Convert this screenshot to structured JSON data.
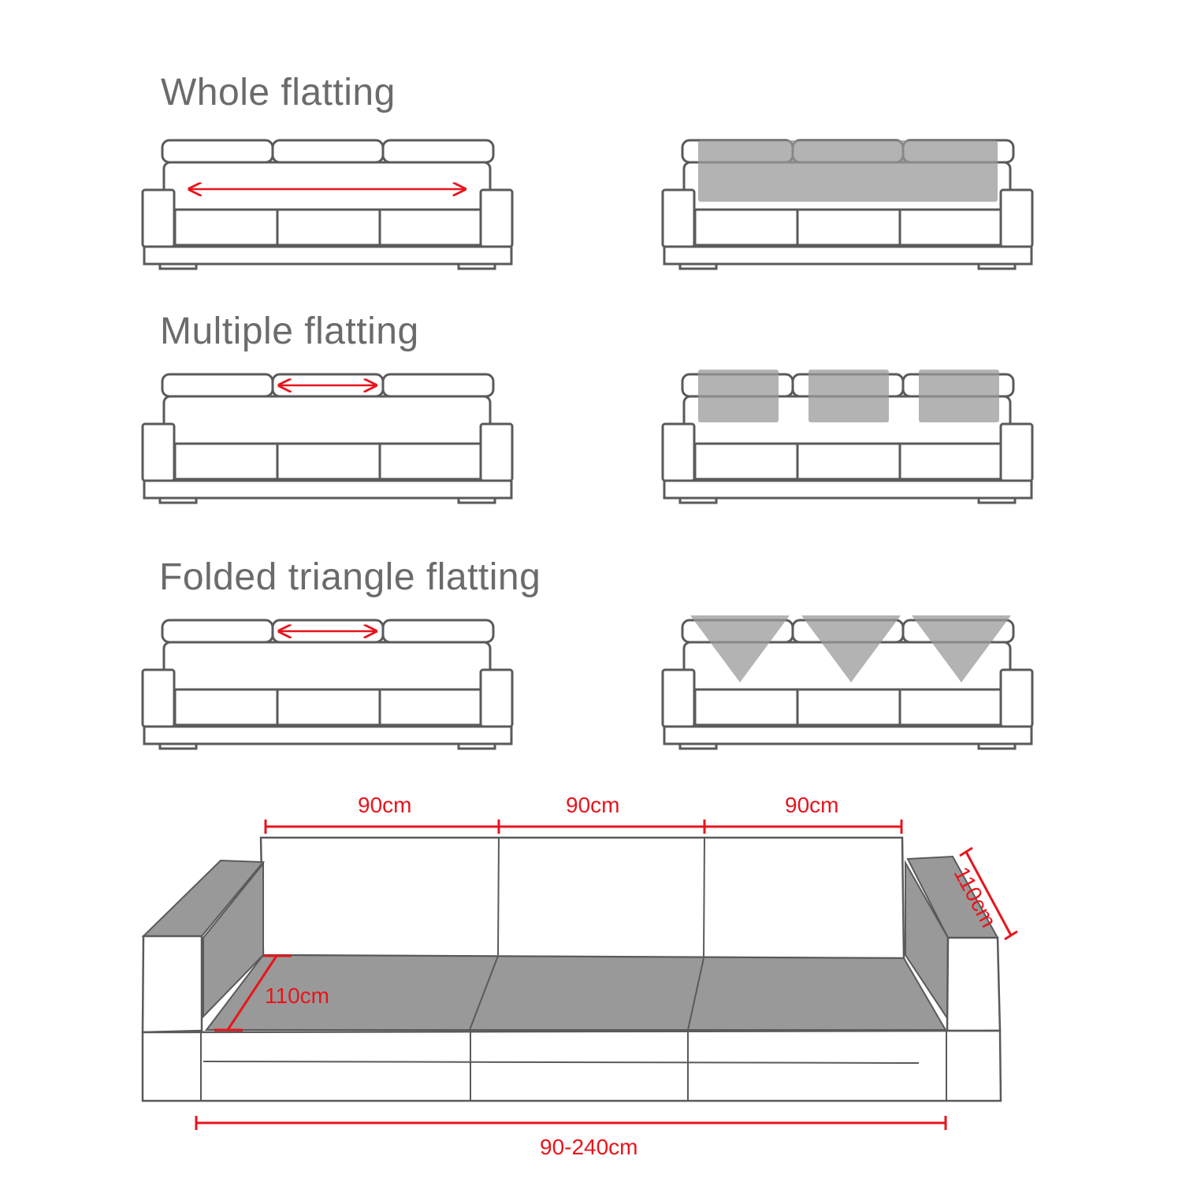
{
  "headings": {
    "whole": "Whole flatting",
    "multiple": "Multiple flatting",
    "folded": "Folded triangle flatting"
  },
  "dimensions": {
    "seat_width_left": "90cm",
    "seat_width_middle": "90cm",
    "seat_width_right": "90cm",
    "seat_depth": "110cm",
    "armrest_length": "110cm",
    "total_width": "90-240cm"
  },
  "colors": {
    "outline": "#5a5a5a",
    "cover": "#999999",
    "dimension": "#e8141c",
    "heading": "#6b6b6b"
  }
}
